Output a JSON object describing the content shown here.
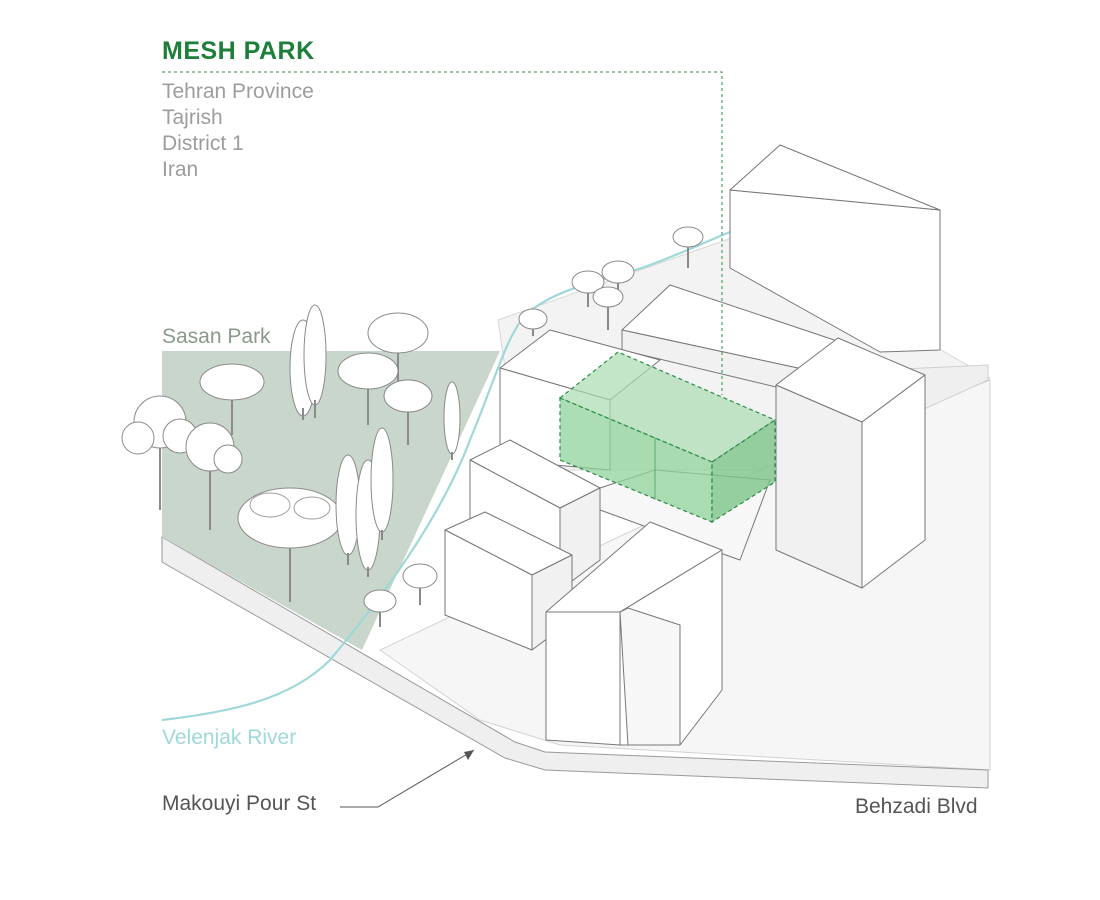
{
  "project": {
    "title": "MESH PARK",
    "address": [
      "Tehran Province",
      "Tajrish",
      "District 1",
      "Iran"
    ]
  },
  "labels": {
    "park": "Sasan Park",
    "river": "Velenjak River",
    "street": "Makouyi Pour St",
    "boulevard": "Behzadi Blvd"
  },
  "colors": {
    "accent": "#1e7f3b",
    "project_volume": "#8fd39a",
    "park_area": "#c9d6cb",
    "river": "#9fd8d8",
    "building": "#ffffff",
    "building_side": "#f1f1f1",
    "outline": "#777777"
  }
}
